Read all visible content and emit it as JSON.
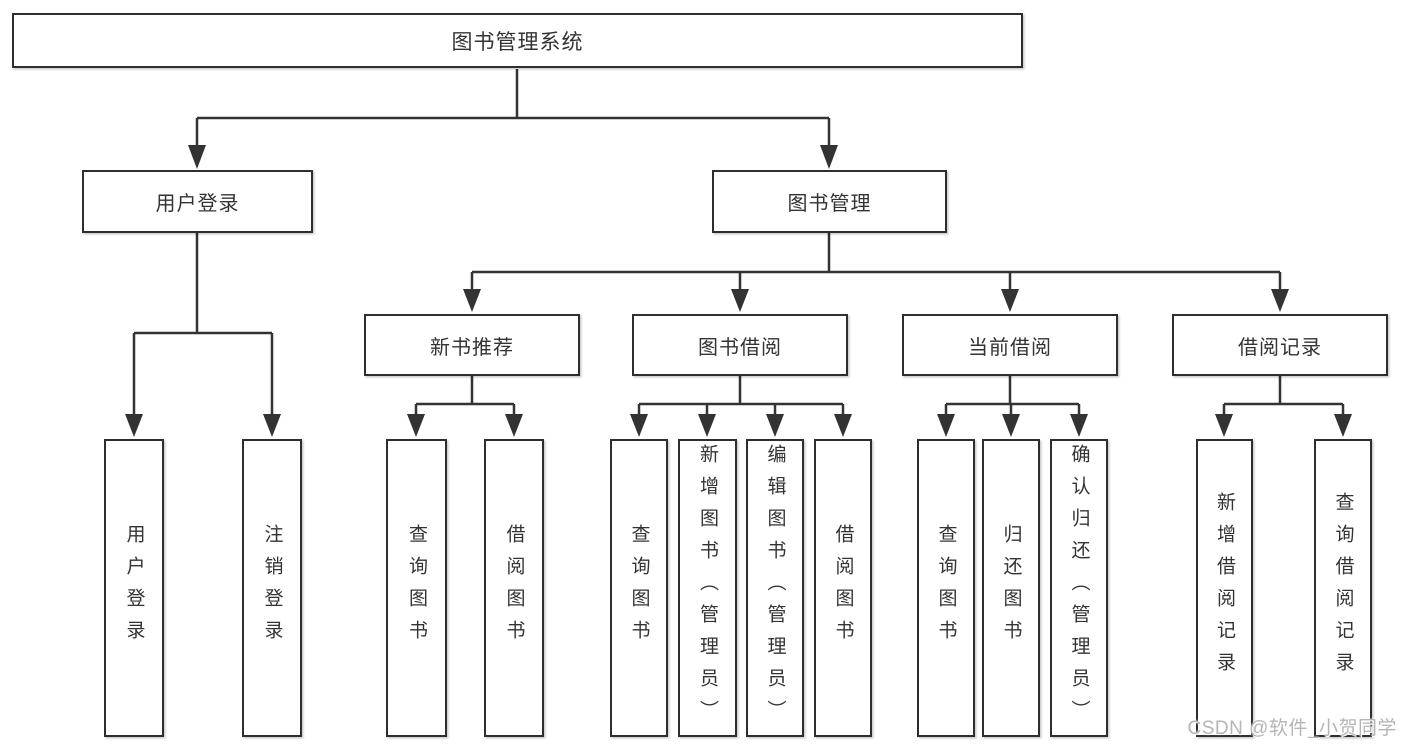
{
  "palette": {
    "line": "#333333",
    "box_border": "#2e2e2e",
    "box_fill": "#ffffff",
    "text": "#333333",
    "watermark": "#b5b5b5"
  },
  "tree": {
    "root": {
      "label": "图书管理系统"
    },
    "branches": [
      {
        "label": "用户登录",
        "children": [
          {
            "label": "用户登录"
          },
          {
            "label": "注销登录"
          }
        ]
      },
      {
        "label": "图书管理",
        "children": [
          {
            "label": "新书推荐",
            "children": [
              {
                "label": "查询图书"
              },
              {
                "label": "借阅图书"
              }
            ]
          },
          {
            "label": "图书借阅",
            "children": [
              {
                "label": "查询图书"
              },
              {
                "label": "新增图书（管理员）"
              },
              {
                "label": "编辑图书（管理员）"
              },
              {
                "label": "借阅图书"
              }
            ]
          },
          {
            "label": "当前借阅",
            "children": [
              {
                "label": "查询图书"
              },
              {
                "label": "归还图书"
              },
              {
                "label": "确认归还（管理员）"
              }
            ]
          },
          {
            "label": "借阅记录",
            "children": [
              {
                "label": "新增借阅记录"
              },
              {
                "label": "查询借阅记录"
              }
            ]
          }
        ]
      }
    ]
  },
  "watermark": {
    "text": "CSDN @软件_小贺同学"
  }
}
